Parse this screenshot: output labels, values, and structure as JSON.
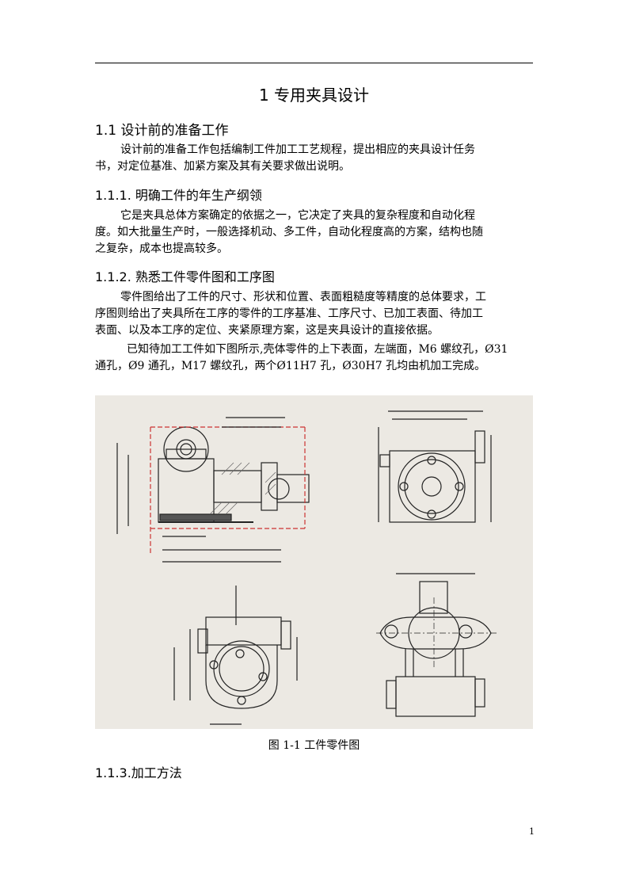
{
  "heading_main": "1  专用夹具设计",
  "section_1_1": {
    "title": "1.1 设计前的准备工作",
    "para_lines": [
      "设计前的准备工作包括编制工件加工工艺规程，提出相应的夹具设计任务",
      "书，对定位基准、加紧方案及其有关要求做出说明。"
    ]
  },
  "section_1_1_1": {
    "title": "1.1.1.  明确工件的年生产纲领",
    "para_lines": [
      "它是夹具总体方案确定的依据之一，它决定了夹具的复杂程度和自动化程",
      "度。如大批量生产时，一般选择机动、多工件，自动化程度高的方案，结构也随",
      "之复杂，成本也提高较多。"
    ]
  },
  "section_1_1_2": {
    "title": "1.1.2.  熟悉工件零件图和工序图",
    "para_lines": [
      "零件图给出了工件的尺寸、形状和位置、表面粗糙度等精度的总体要求，工",
      "序图则给出了夹具所在工序的零件的工序基准、工序尺寸、已加工表面、待加工",
      "表面、以及本工序的定位、夹紧原理方案，这是夹具设计的直接依据。"
    ],
    "para2_lines": [
      "已知待加工工件如下图所示,壳体零件的上下表面，左端面，M6 螺纹孔，Ø31",
      "通孔，Ø9 通孔，M17 螺纹孔，两个Ø11H7 孔，Ø30H7 孔均由机加工完成。"
    ]
  },
  "figure": {
    "caption": "图 1-1    工件零件图"
  },
  "section_1_1_3": {
    "title": "1.1.3.加工方法"
  },
  "page_number": "1"
}
